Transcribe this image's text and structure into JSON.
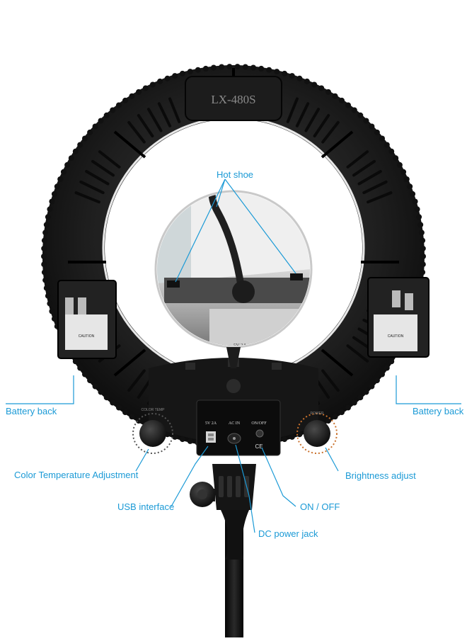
{
  "product": {
    "model_label": "LX-480S",
    "knob_left_label": "COLOR TEMP",
    "knob_right_label": "POWER",
    "panel_port_usb": "5V 2A",
    "panel_port_ac": "AC IN",
    "panel_port_switch": "ON/OFF",
    "panel_ce_mark": "CE",
    "inset_port_usb": "5V 2A",
    "inset_port_ac": "AC IN",
    "inset_port_switch": "ON/OFF",
    "battery_sticker_heading": "CAUTION"
  },
  "callouts": {
    "hot_shoe": "Hot shoe",
    "battery_back_left": "Battery back",
    "battery_back_right": "Battery back",
    "color_temp": "Color Temperature Adjustment",
    "brightness": "Brightness adjust",
    "usb": "USB interface",
    "on_off": "ON / OFF",
    "dc_jack": "DC power jack"
  },
  "colors": {
    "callout_text": "#1b9ad6",
    "callout_line": "#1b9ad6",
    "ring_body": "#1a1a1a",
    "background": "#ffffff"
  }
}
